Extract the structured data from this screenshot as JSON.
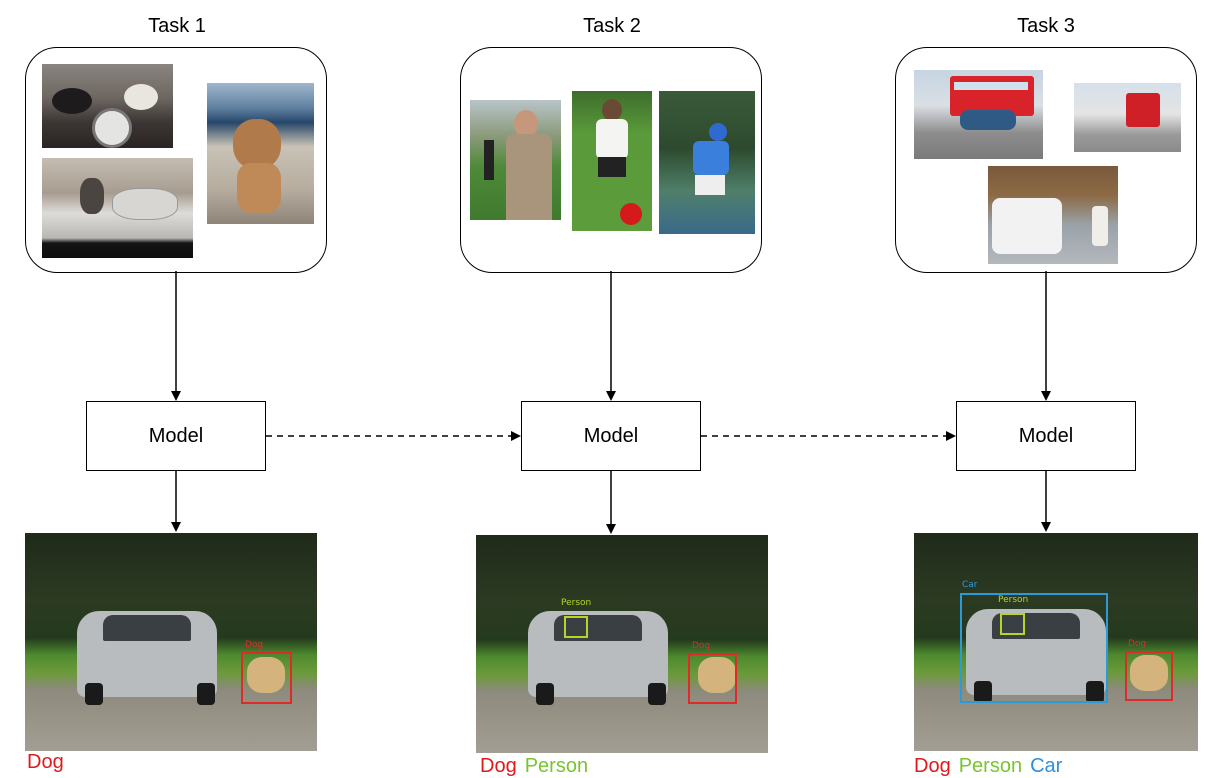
{
  "tasks": [
    {
      "title": "Task 1"
    },
    {
      "title": "Task 2"
    },
    {
      "title": "Task 3"
    }
  ],
  "model_label": "Model",
  "results": [
    {
      "legend": [
        {
          "text": "Dog",
          "color": "#e0191c"
        }
      ],
      "boxes": [
        {
          "label": "Dog",
          "color": "#e02a2a"
        }
      ]
    },
    {
      "legend": [
        {
          "text": "Dog",
          "color": "#e0191c"
        },
        {
          "text": "Person",
          "color": "#7ac431"
        }
      ],
      "boxes": [
        {
          "label": "Person",
          "color": "#b6d42a"
        },
        {
          "label": "Dog",
          "color": "#e02a2a"
        }
      ]
    },
    {
      "legend": [
        {
          "text": "Dog",
          "color": "#e0191c"
        },
        {
          "text": "Person",
          "color": "#7ac431"
        },
        {
          "text": "Car",
          "color": "#2f8fe0"
        }
      ],
      "boxes": [
        {
          "label": "Car",
          "color": "#2a9ad8"
        },
        {
          "label": "Person",
          "color": "#b6d42a"
        },
        {
          "label": "Dog",
          "color": "#e02a2a"
        }
      ]
    }
  ],
  "colors": {
    "dog": "#e0191c",
    "person": "#7ac431",
    "car": "#2f8fe0"
  }
}
